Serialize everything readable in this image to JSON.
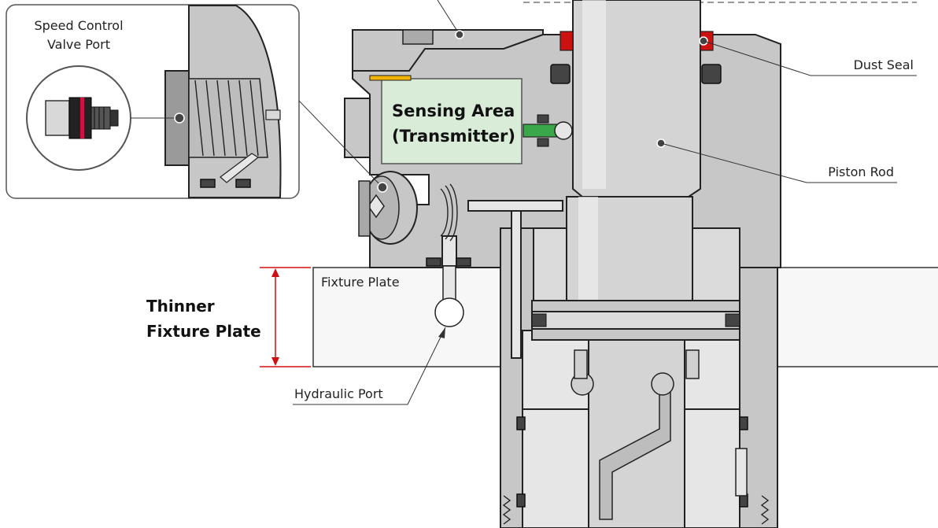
{
  "labels": {
    "speed_control_line1": "Speed Control",
    "speed_control_line2": "Valve Port",
    "dust_seal": "Dust Seal",
    "piston_rod": "Piston Rod",
    "sensing_area_line1": "Sensing Area",
    "sensing_area_line2": "(Transmitter)",
    "fixture_plate": "Fixture Plate",
    "thinner_line1": "Thinner",
    "thinner_line2": "Fixture Plate",
    "hydraulic_port": "Hydraulic Port"
  },
  "colors": {
    "body": "#c7c7c7",
    "light_body": "#e6e6e6",
    "fixture_plate": "#f7f7f7",
    "sensing_area": "#d8ecd8",
    "sensor_green": "#3aa84a",
    "seal_red": "#cc1111",
    "marker_yellow": "#f2b400",
    "dimension_red": "#d01010"
  }
}
